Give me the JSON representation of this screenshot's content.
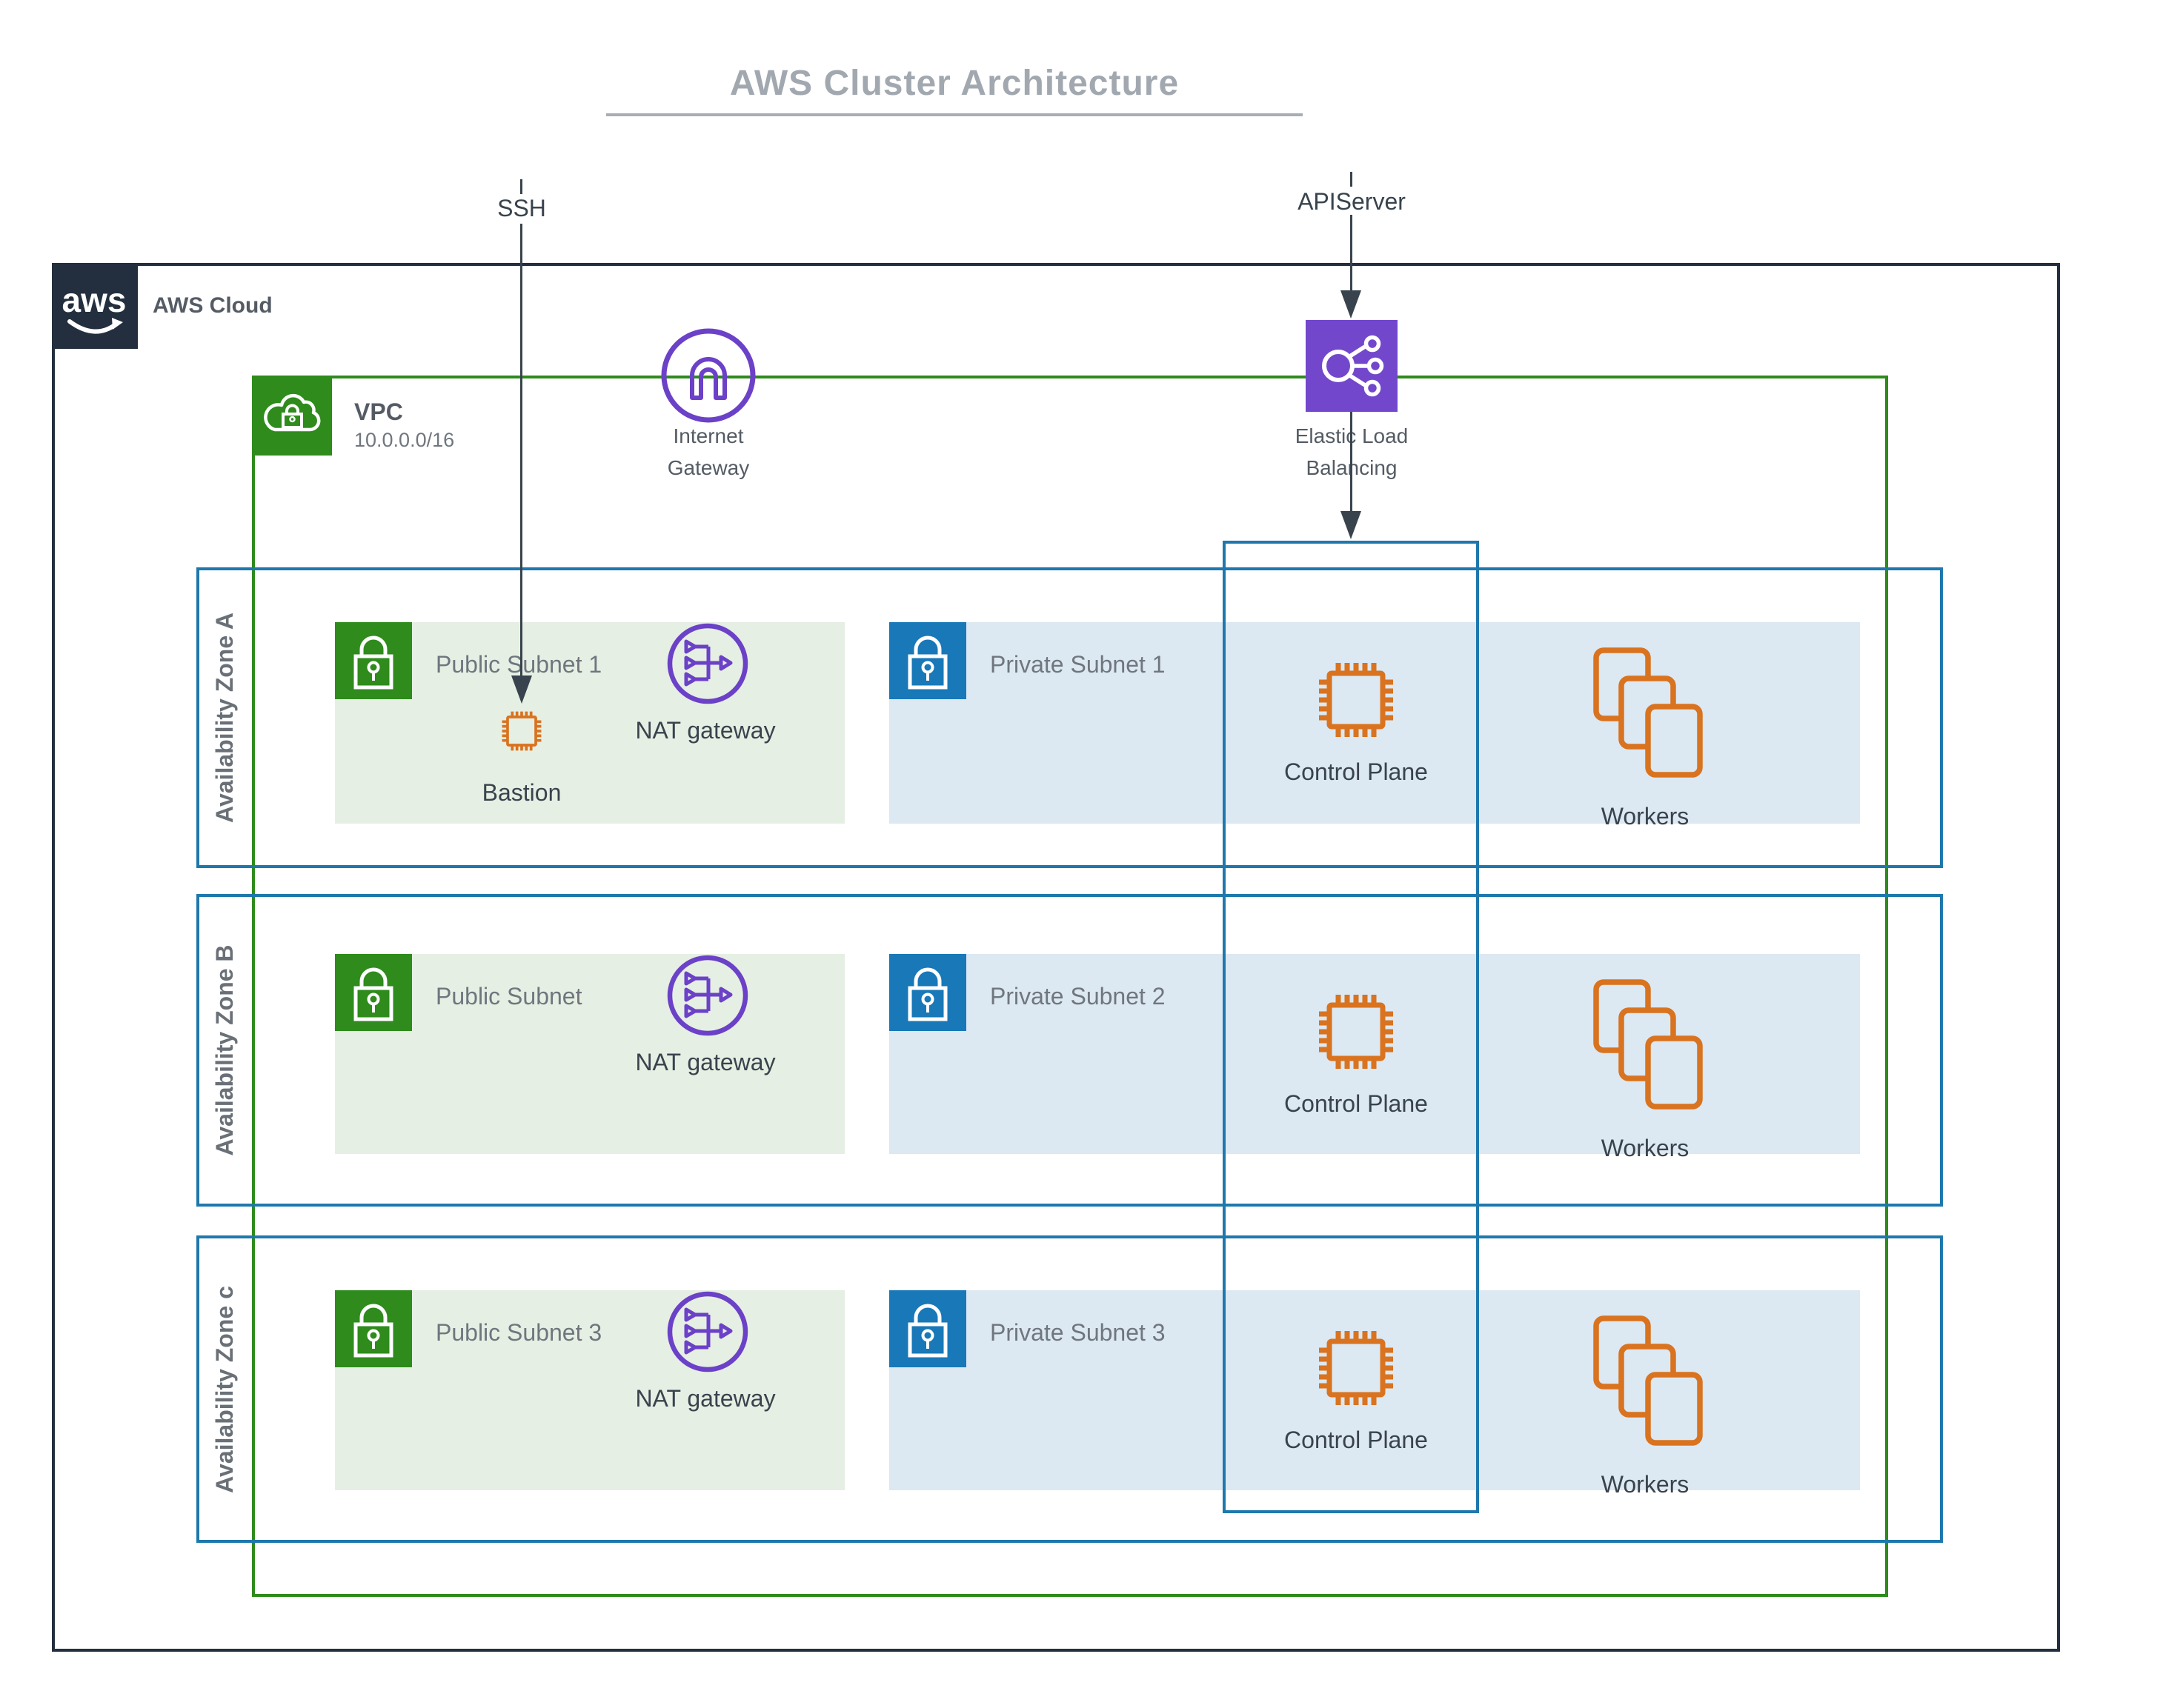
{
  "title": {
    "text": "AWS Cluster Architecture"
  },
  "external": {
    "ssh_label": "SSH",
    "apiserver_label": "APIServer"
  },
  "aws_cloud": {
    "logo_text": "aws",
    "label": "AWS Cloud"
  },
  "vpc": {
    "label": "VPC",
    "cidr": "10.0.0.0/16"
  },
  "internet_gateway": {
    "line1": "Internet",
    "line2": "Gateway"
  },
  "elastic_load_balancing": {
    "line1": "Elastic Load",
    "line2": "Balancing"
  },
  "zones": [
    {
      "az_label": "Availability Zone A",
      "public_subnet": "Public Subnet 1",
      "private_subnet": "Private Subnet 1",
      "nat_label": "NAT gateway",
      "bastion_label": "Bastion",
      "control_plane_label": "Control Plane",
      "workers_label": "Workers"
    },
    {
      "az_label": "Availability Zone B",
      "public_subnet": "Public Subnet",
      "private_subnet": "Private Subnet 2",
      "nat_label": "NAT gateway",
      "control_plane_label": "Control Plane",
      "workers_label": "Workers"
    },
    {
      "az_label": "Availability Zone c",
      "public_subnet": "Public Subnet 3",
      "private_subnet": "Private Subnet 3",
      "nat_label": "NAT gateway",
      "control_plane_label": "Control Plane",
      "workers_label": "Workers"
    }
  ],
  "icons": {
    "aws_logo": "aws-smile-logo",
    "vpc": "cloud-lock-icon",
    "public_subnet": "green-padlock-icon",
    "private_subnet": "blue-padlock-icon",
    "internet_gateway": "purple-arch-circle-icon",
    "nat_gateway": "purple-fanout-circle-icon",
    "elastic_load_balancing": "purple-loadbalancer-square-icon",
    "instance": "orange-chip-icon",
    "workers": "orange-stacked-squares-icon"
  },
  "colors": {
    "navy": "#232F3E",
    "vpc_green": "#2E8B1C",
    "public_subnet_bg": "#E6EFE3",
    "az_blue": "#1E78AD",
    "private_lock_blue": "#1878B8",
    "private_subnet_bg": "#DCE8F2",
    "purple": "#6B41C8",
    "elb_purple": "#7347CC",
    "orange": "#D9731F",
    "title_gray": "#A2A8B0",
    "label_gray": "#6F767E",
    "text_dark": "#39434D"
  }
}
